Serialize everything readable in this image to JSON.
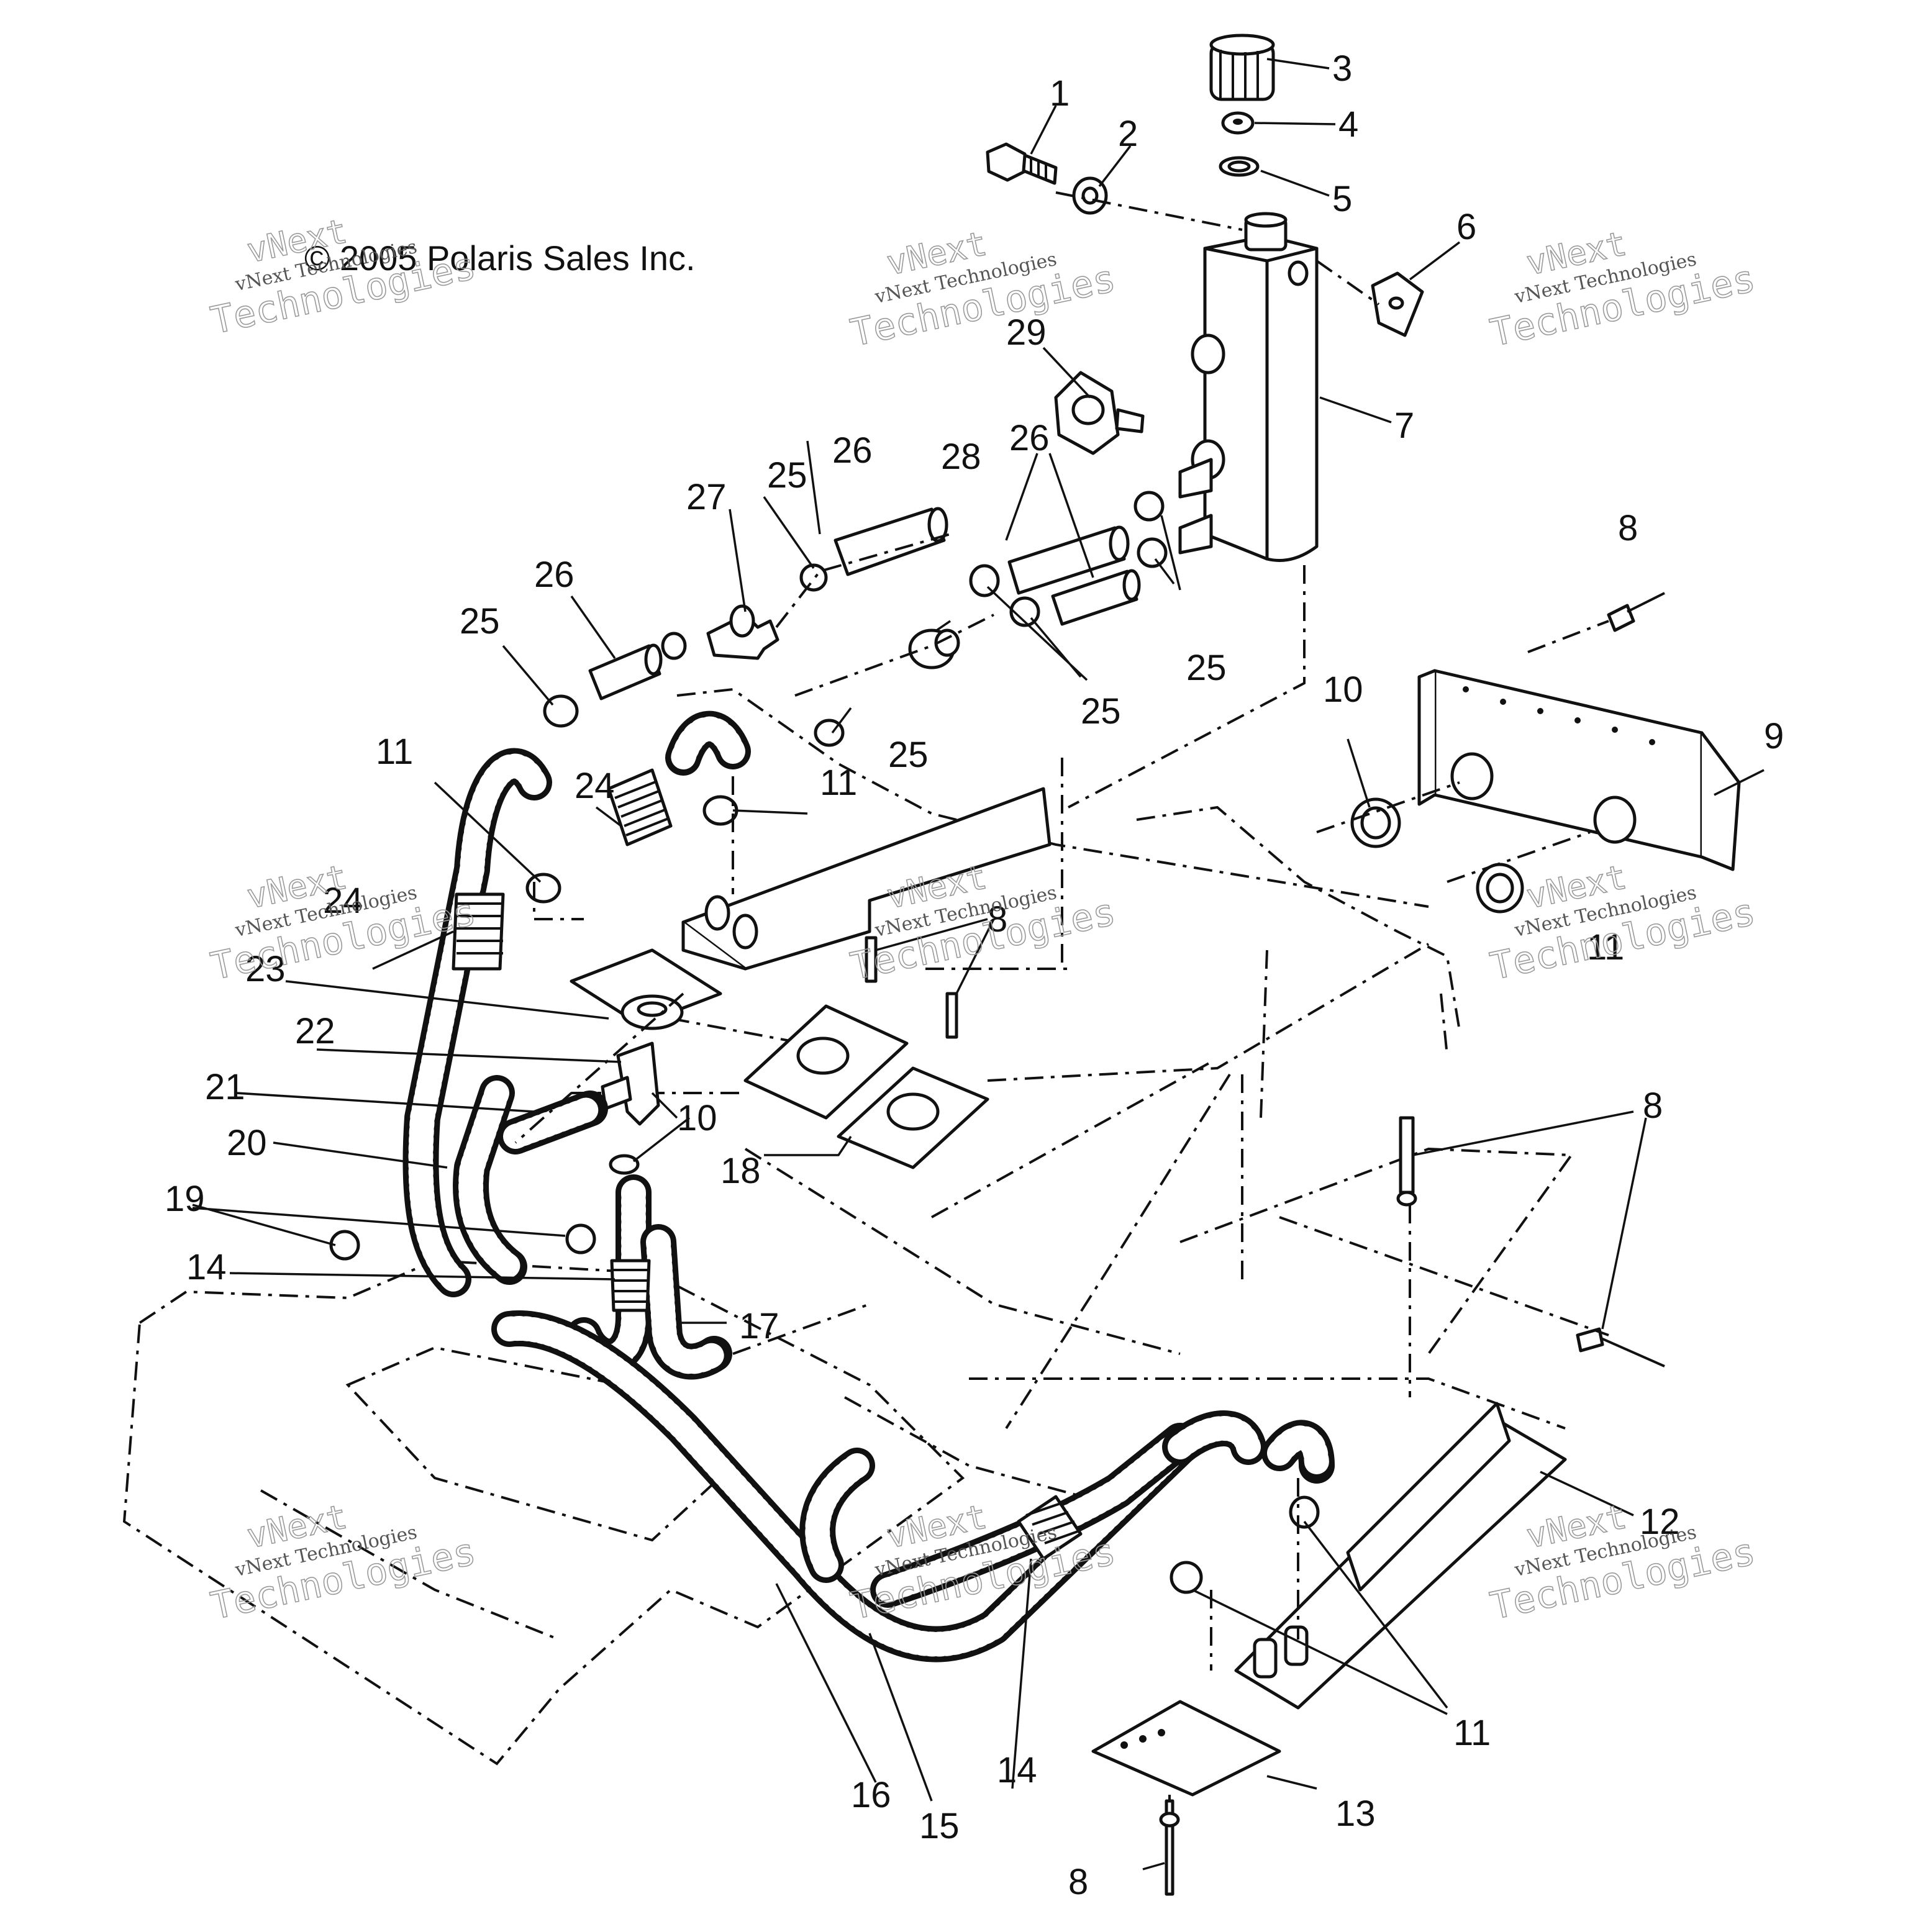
{
  "copyright": "© 2005 Polaris Sales Inc.",
  "watermark": {
    "line1": "vNext",
    "line2": "vNext Technologies",
    "line3": "Technologies"
  },
  "callouts": [
    "1",
    "2",
    "3",
    "4",
    "5",
    "6",
    "7",
    "8",
    "9",
    "10",
    "11",
    "12",
    "13",
    "14",
    "15",
    "16",
    "17",
    "18",
    "19",
    "20",
    "21",
    "22",
    "23",
    "24",
    "25",
    "26",
    "27",
    "28",
    "29"
  ]
}
